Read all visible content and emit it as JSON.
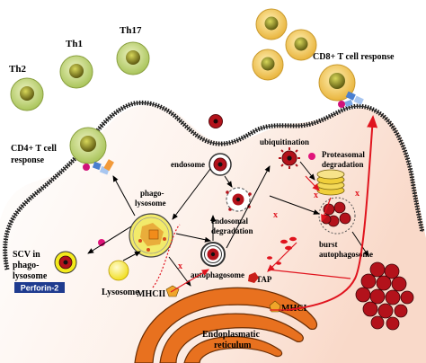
{
  "labels": {
    "th2": "Th2",
    "th1": "Th1",
    "th17": "Th17",
    "cd8_response": "CD8+ T cell response",
    "cd4_line1": "CD4+ T cell",
    "cd4_line2": "response",
    "endosome": "endosome",
    "ubiquitination": "ubiquitination",
    "proteasomal_line1": "Proteasomal",
    "proteasomal_line2": "degradation",
    "phagolysosome_line1": "phago-",
    "phagolysosome_line2": "lysosome",
    "endosomal_line1": "endosomal",
    "endosomal_line2": "degradation",
    "burst_line1": "burst",
    "burst_line2": "autophagosome",
    "scv_line1": "SCV in",
    "scv_line2": "phago-",
    "scv_line3": "lysosome",
    "perforin": "Perforin-2",
    "autophagosome": "autophagosome",
    "lysosome": "Lysosome",
    "mhcii": "MHCII",
    "tap": "TAP",
    "mhci": "MHCI",
    "er_line1": "Endoplasmatic",
    "er_line2": "reticulum",
    "inhibit_mark": "x"
  },
  "colors": {
    "cytoplasm_gradient_start": "#ffffff",
    "cytoplasm_gradient_end": "#fbe3d6",
    "th_cell_fill": "#c5d77a",
    "cd8_cell_fill": "#f2c75c",
    "nucleus_fill": "#7b7a1d",
    "er_fill": "#e8711f",
    "bacteria_fill": "#b3121b",
    "arrow_red": "#e0141e",
    "perforin_bg": "#1f3b8f",
    "lysosome_fill": "#f4ea1c",
    "phagolysosome_fill": "#f2ea6a",
    "proteasome_fill": "#f0cf3b"
  },
  "icons": [
    "th-cell-icon",
    "cd8-cell-icon",
    "bacterium-icon",
    "endosome-icon",
    "phagolysosome-icon",
    "autophagosome-icon",
    "proteasome-icon",
    "burst-autophagosome-icon",
    "lysosome-icon",
    "er-icon",
    "mhc-receptor-icon",
    "tap-icon"
  ]
}
